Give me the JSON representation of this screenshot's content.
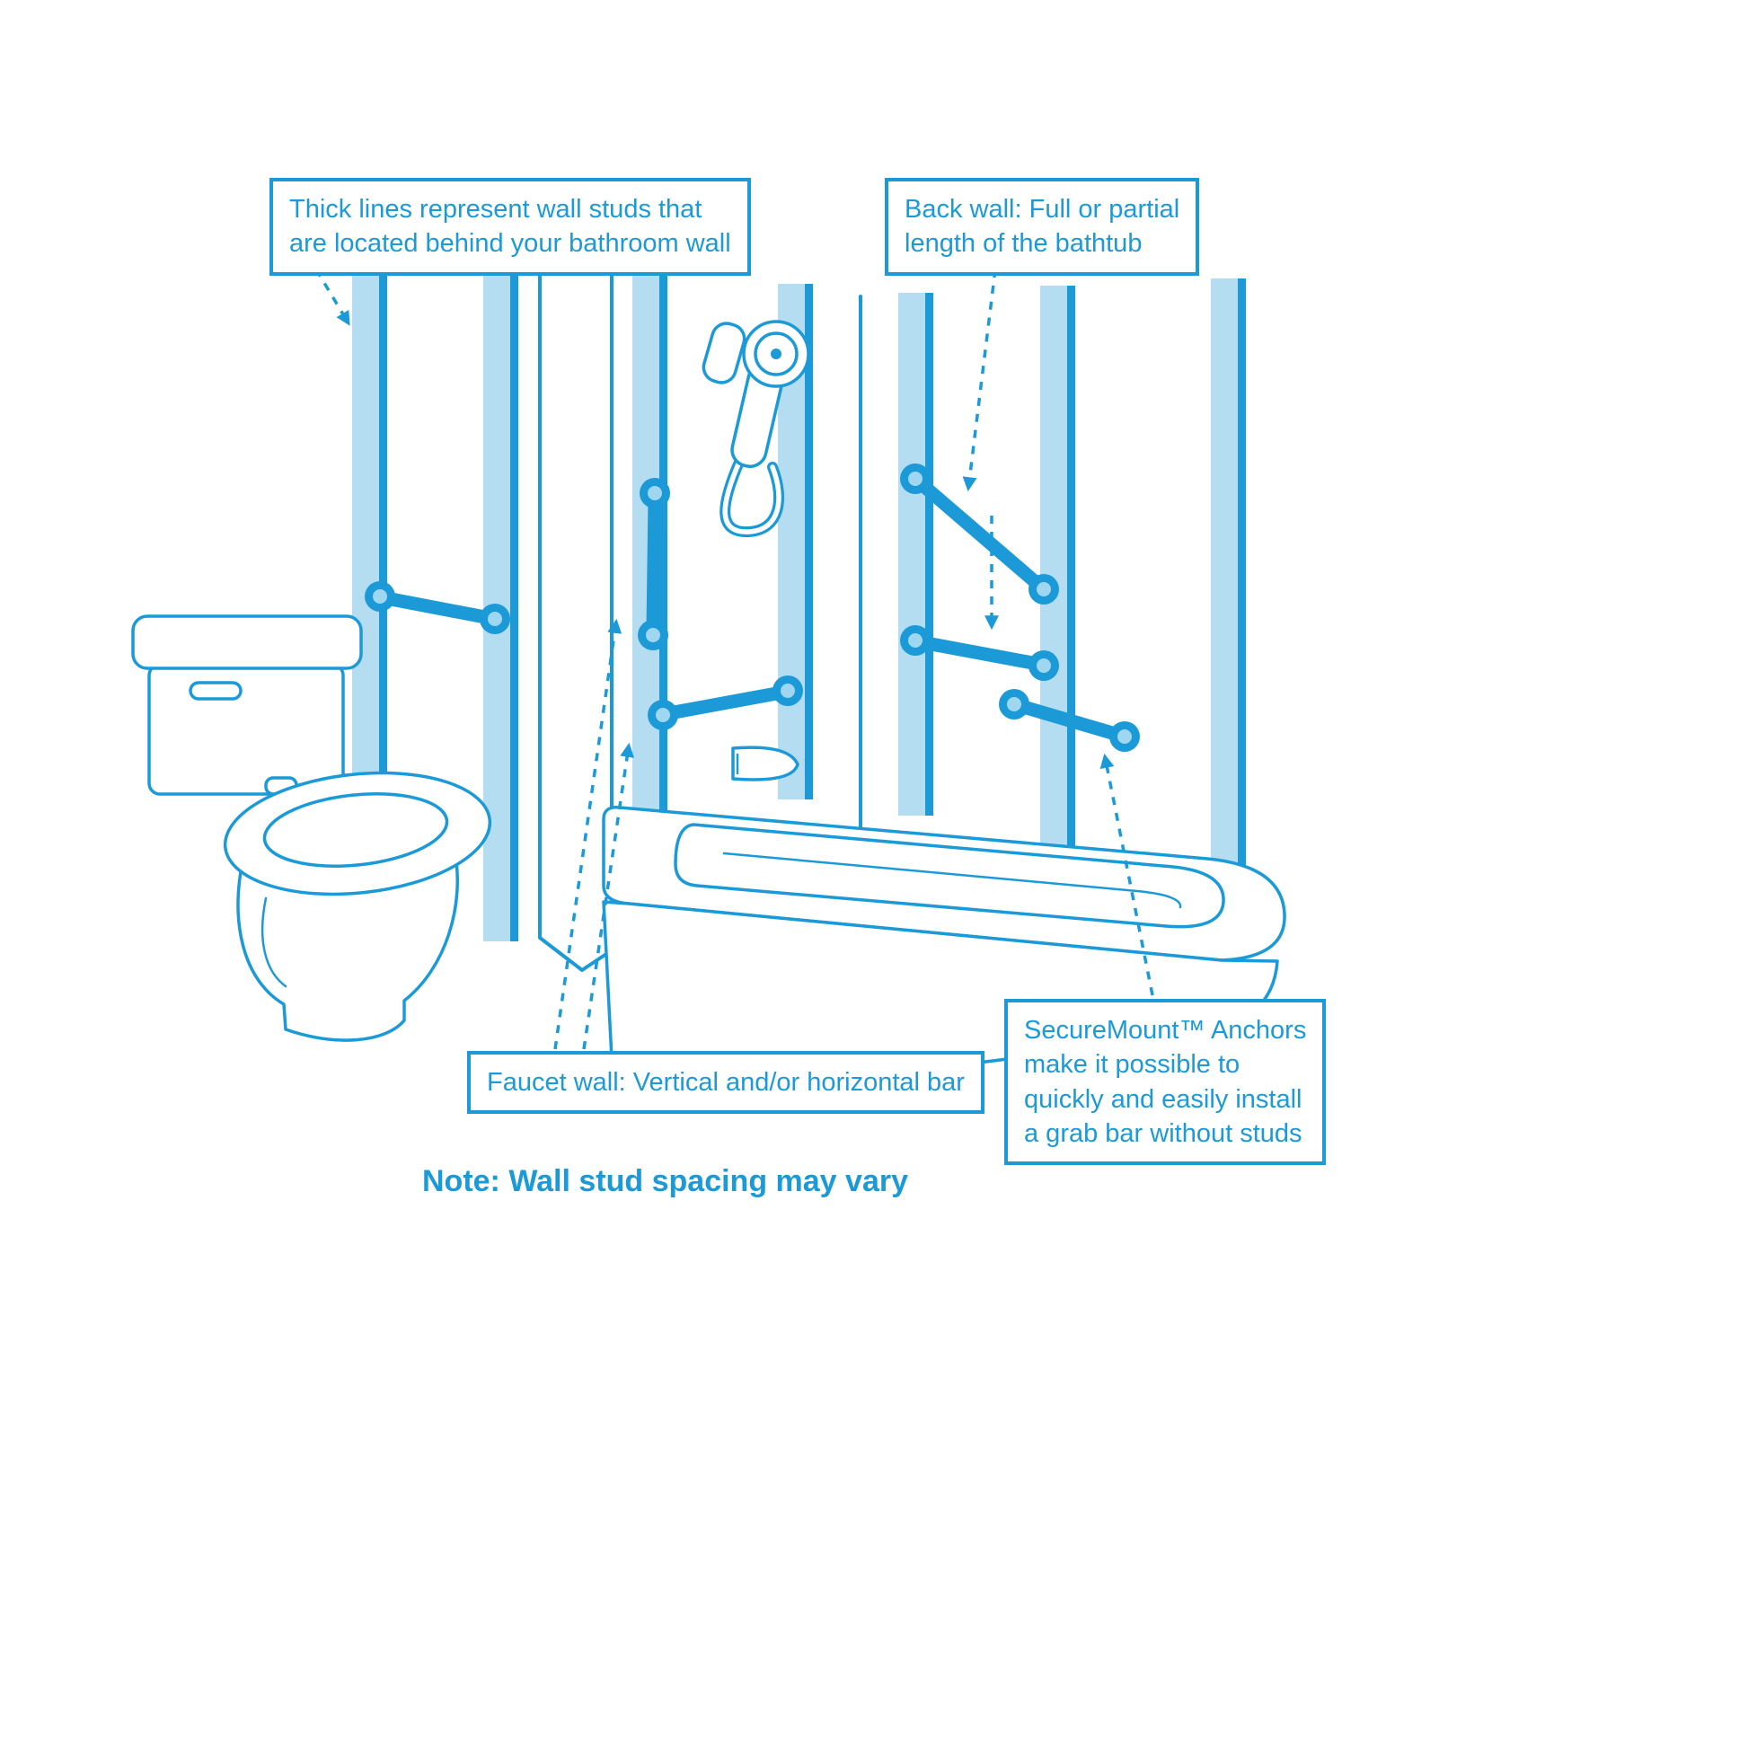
{
  "colors": {
    "line_blue": "#1b9ad7",
    "stud_fill": "#b5ddf2",
    "flange_inner": "#a0d7f0",
    "background": "#ffffff"
  },
  "callouts": {
    "wall_studs": {
      "lines": [
        "Thick lines represent wall studs that",
        "are located behind your bathroom wall"
      ]
    },
    "back_wall": {
      "lines": [
        "Back wall: Full or partial",
        "length of the bathtub"
      ]
    },
    "faucet_wall": {
      "lines": [
        "Faucet wall: Vertical and/or horizontal bar"
      ]
    },
    "securemount": {
      "lines": [
        "SecureMount™ Anchors",
        "make it possible to",
        "quickly and easily install",
        "a grab bar without studs"
      ]
    }
  },
  "note": {
    "text": "Note: Wall stud spacing may vary"
  }
}
